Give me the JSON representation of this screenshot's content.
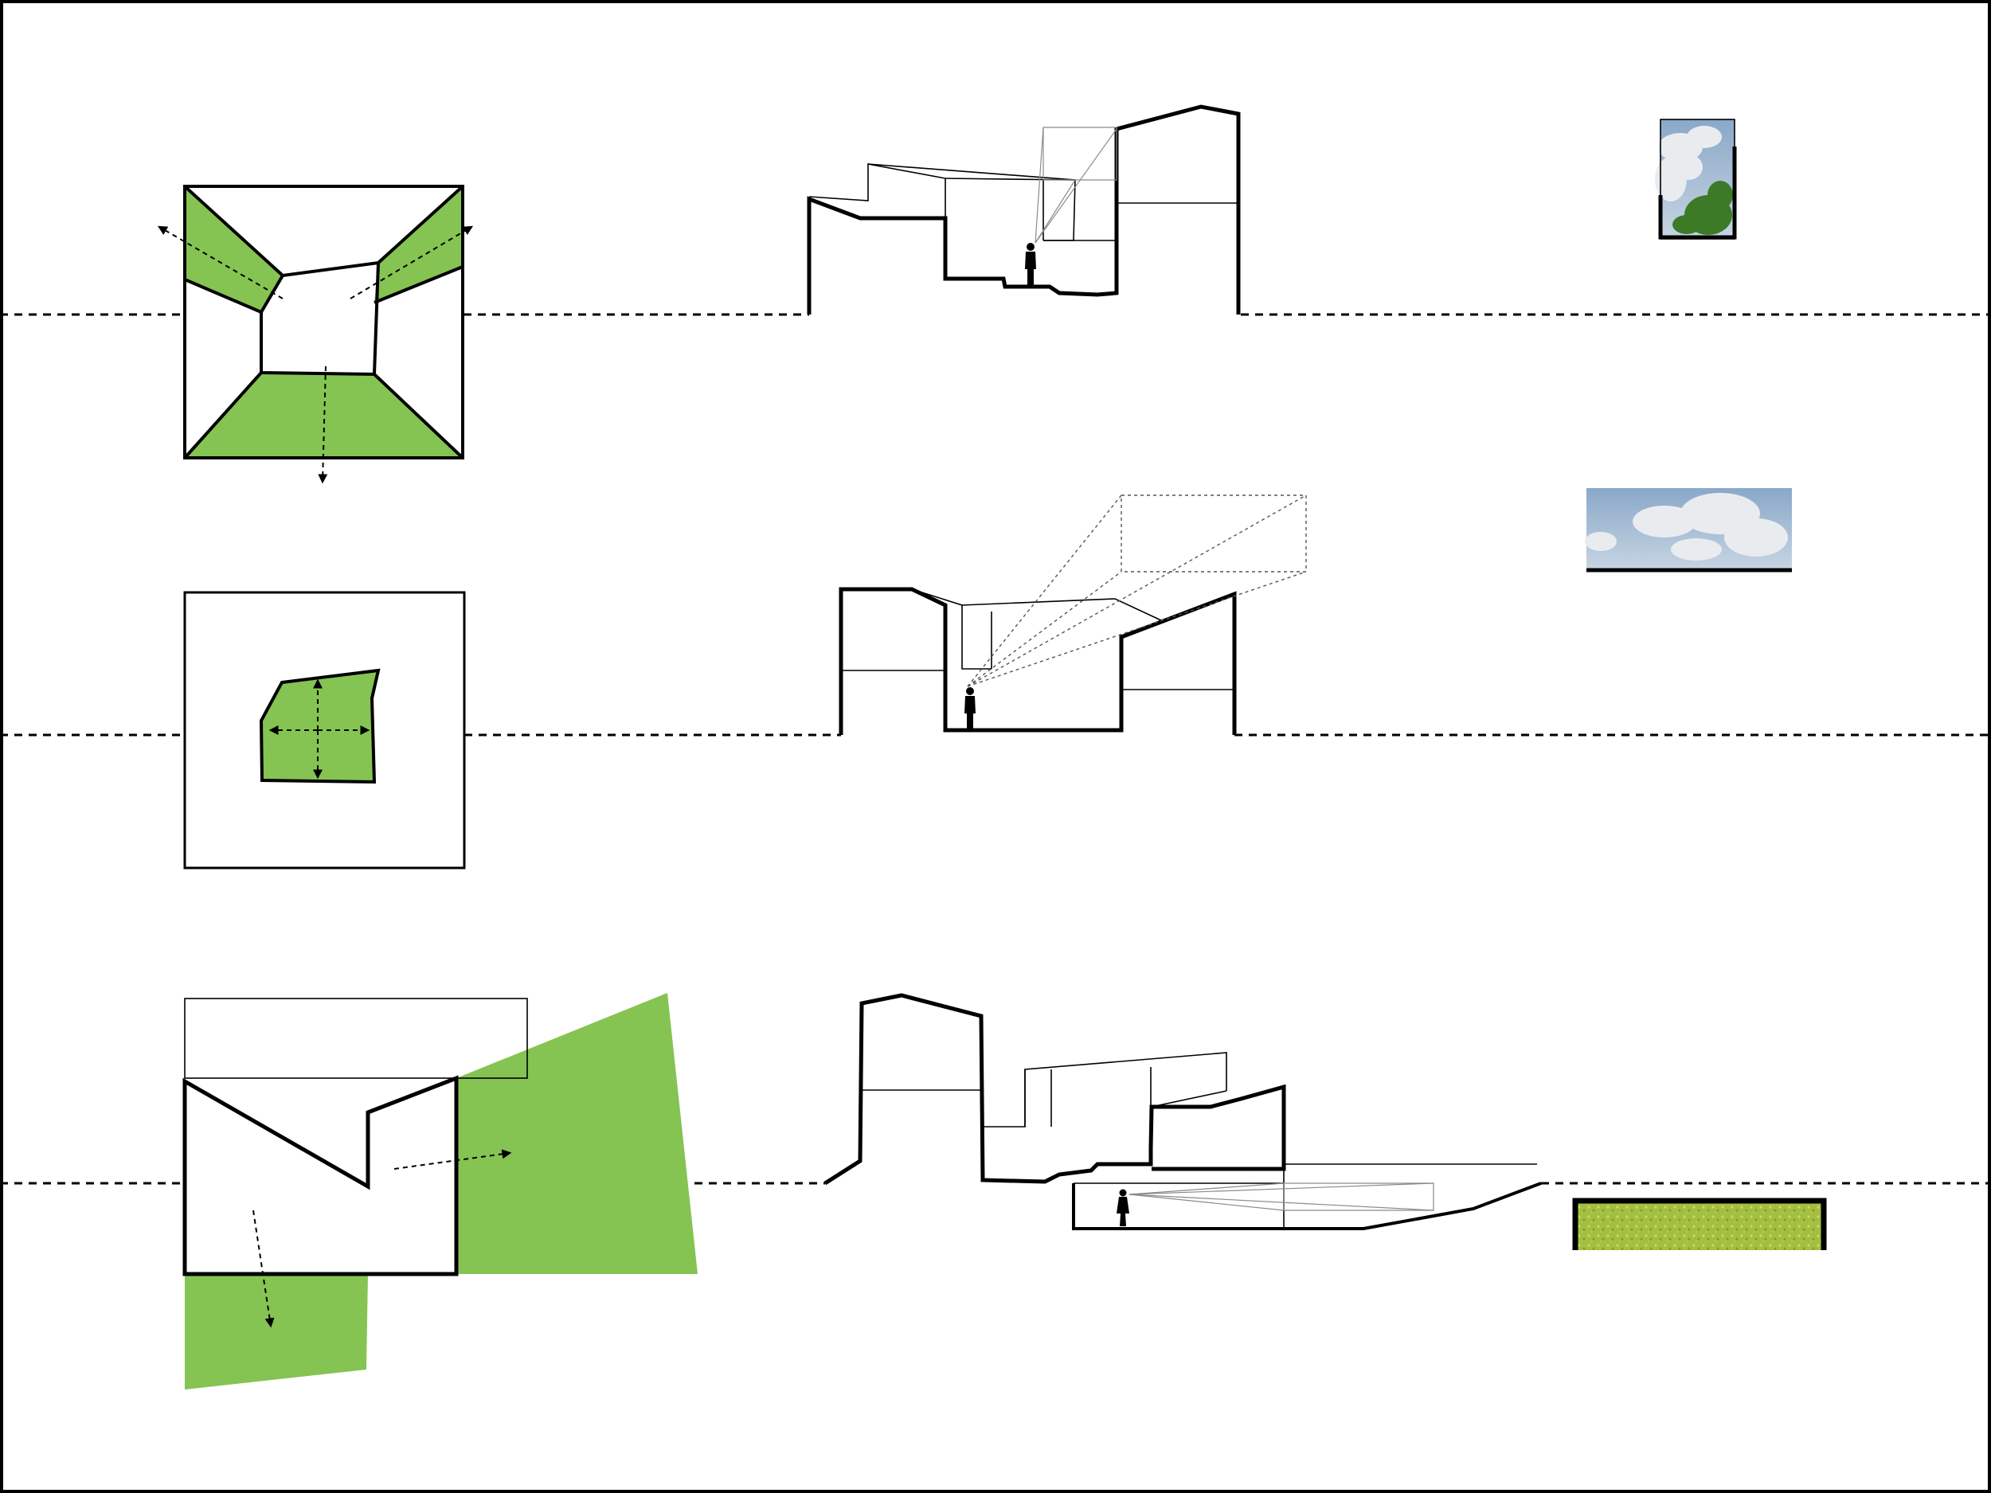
{
  "colors": {
    "green": "#85c352",
    "line": "#000000",
    "background": "#ffffff",
    "sky_top": "#8aa8c8",
    "sky_bottom": "#c7d5e3",
    "cloud": "#e9ecef",
    "foliage": "#3d7a28",
    "grass": "#a4bf3f"
  },
  "rows": [
    {
      "id": "row-1",
      "view": "sky-and-tree-view",
      "plan": "courtyard-plan-with-sloped-green-edges",
      "section": "section-figure-looking-up-at-sky"
    },
    {
      "id": "row-2",
      "view": "sky-view",
      "plan": "centered-green-courtyard-plan",
      "section": "section-figure-looking-up-diagonal"
    },
    {
      "id": "row-3",
      "view": "grass-view",
      "plan": "open-plan-with-green-terraces",
      "section": "section-figure-looking-out-at-grass"
    }
  ]
}
